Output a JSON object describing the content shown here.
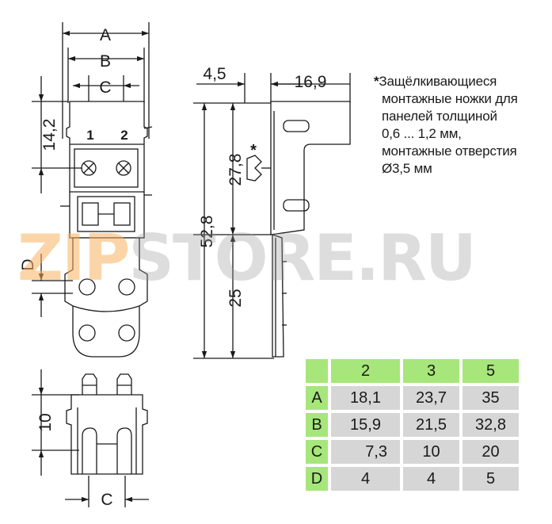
{
  "dimensions": {
    "A": "A",
    "B": "B",
    "C_top": "C",
    "pin1": "1",
    "pin2": "2",
    "h_14_2": "14,2",
    "D": "D",
    "w_4_5": "4,5",
    "w_16_9": "16,9",
    "h_27_8": "27,8",
    "h_52_8": "52,8",
    "h_25": "25",
    "star_mark": "*",
    "h_10": "10",
    "C_bottom": "C"
  },
  "note": {
    "marker": "*",
    "lines": [
      "Защёлкивающиеся",
      "монтажные ножки для",
      "панелей толщиной",
      "0,6 ... 1,2 мм,",
      "монтажные отверстия",
      "Ø3,5 мм"
    ]
  },
  "watermark": {
    "part1": "ZIP",
    "part2": "STORE.RU"
  },
  "table": {
    "columns": [
      "2",
      "3",
      "5"
    ],
    "rows": [
      {
        "label": "A",
        "values": [
          "18,1",
          "23,7",
          "35"
        ]
      },
      {
        "label": "B",
        "values": [
          "15,9",
          "21,5",
          "32,8"
        ]
      },
      {
        "label": "C",
        "values": [
          "7,3",
          "10",
          "20"
        ]
      },
      {
        "label": "D",
        "values": [
          "4",
          "4",
          "5"
        ]
      }
    ]
  },
  "colors": {
    "header_fill": "#a6e67a",
    "cell_fill": "#d6d6d6",
    "line": "#1a1a1a"
  }
}
